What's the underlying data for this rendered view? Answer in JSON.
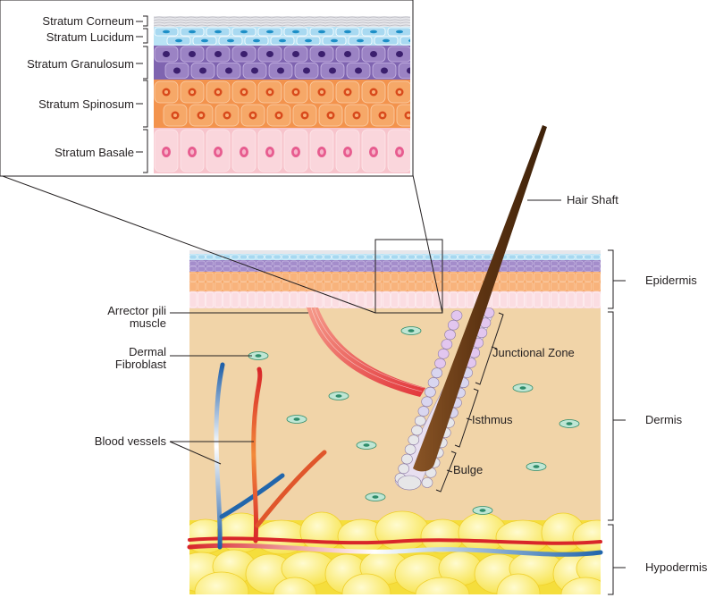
{
  "inset_labels": {
    "corneum": "Stratum Corneum",
    "lucidum": "Stratum Lucidum",
    "granulosum": "Stratum Granulosum",
    "spinosum": "Stratum Spinosum",
    "basale": "Stratum Basale"
  },
  "region_labels": {
    "epidermis": "Epidermis",
    "dermis": "Dermis",
    "hypodermis": "Hypodermis"
  },
  "structure_labels": {
    "hair_shaft": "Hair Shaft",
    "arrector_line1": "Arrector pili",
    "arrector_line2": "muscle",
    "fibroblast_line1": "Dermal",
    "fibroblast_line2": "Fibroblast",
    "blood_vessels": "Blood vessels",
    "junctional_zone": "Junctional Zone",
    "isthmus": "Isthmus",
    "bulge": "Bulge"
  },
  "colors": {
    "dermis": "#f1d4a8",
    "hypodermis_fat": "#fff27a",
    "corneum": "#e6e6ea",
    "lucidum": "#b9e3f5",
    "granulosum": "#9b83c4",
    "spinosum": "#f6a868",
    "basale": "#fad6dc",
    "hair": "#6b3e17",
    "artery": "#d8262a",
    "vein": "#2166ac",
    "fibroblast": "#bfe6d4"
  }
}
